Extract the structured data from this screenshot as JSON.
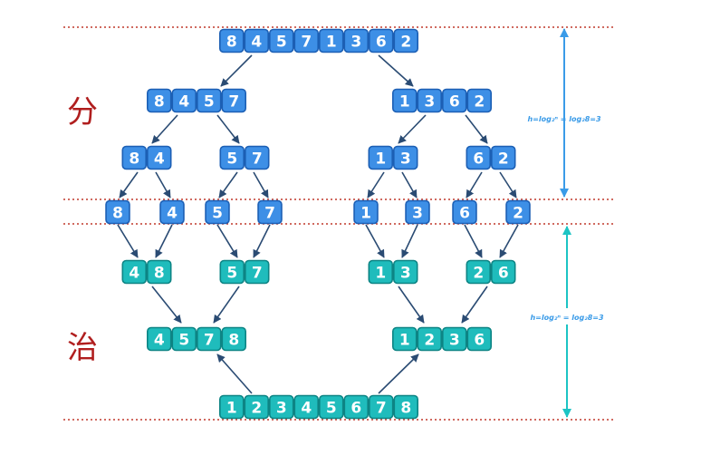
{
  "labels": {
    "divide": "分",
    "conquer": "治"
  },
  "height_notes": {
    "divide": "h=log₂ⁿ = log₂8=3",
    "conquer": "h=log₂ⁿ = log₂8=3"
  },
  "colors": {
    "divide_fill": "#3d8fe6",
    "divide_border": "#1c5fb4",
    "conquer_fill": "#1fbcbc",
    "conquer_border": "#0d8484",
    "arrow": "#2a4b73",
    "dotted_line": "#c0392b",
    "divide_height_arrow": "#3a9be8",
    "conquer_height_arrow": "#1cc4c4",
    "chinese_label": "#b01e1e",
    "height_note": "#3a9be8"
  },
  "divide_phase": {
    "level0": [
      [
        "8",
        "4",
        "5",
        "7",
        "1",
        "3",
        "6",
        "2"
      ]
    ],
    "level1": [
      [
        "8",
        "4",
        "5",
        "7"
      ],
      [
        "1",
        "3",
        "6",
        "2"
      ]
    ],
    "level2": [
      [
        "8",
        "4"
      ],
      [
        "5",
        "7"
      ],
      [
        "1",
        "3"
      ],
      [
        "6",
        "2"
      ]
    ],
    "level3": [
      [
        "8"
      ],
      [
        "4"
      ],
      [
        "5"
      ],
      [
        "7"
      ],
      [
        "1"
      ],
      [
        "3"
      ],
      [
        "6"
      ],
      [
        "2"
      ]
    ]
  },
  "conquer_phase": {
    "level2": [
      [
        "4",
        "8"
      ],
      [
        "5",
        "7"
      ],
      [
        "1",
        "3"
      ],
      [
        "2",
        "6"
      ]
    ],
    "level1": [
      [
        "4",
        "5",
        "7",
        "8"
      ],
      [
        "1",
        "2",
        "3",
        "6"
      ]
    ],
    "level0": [
      [
        "1",
        "2",
        "3",
        "4",
        "5",
        "6",
        "7",
        "8"
      ]
    ]
  }
}
